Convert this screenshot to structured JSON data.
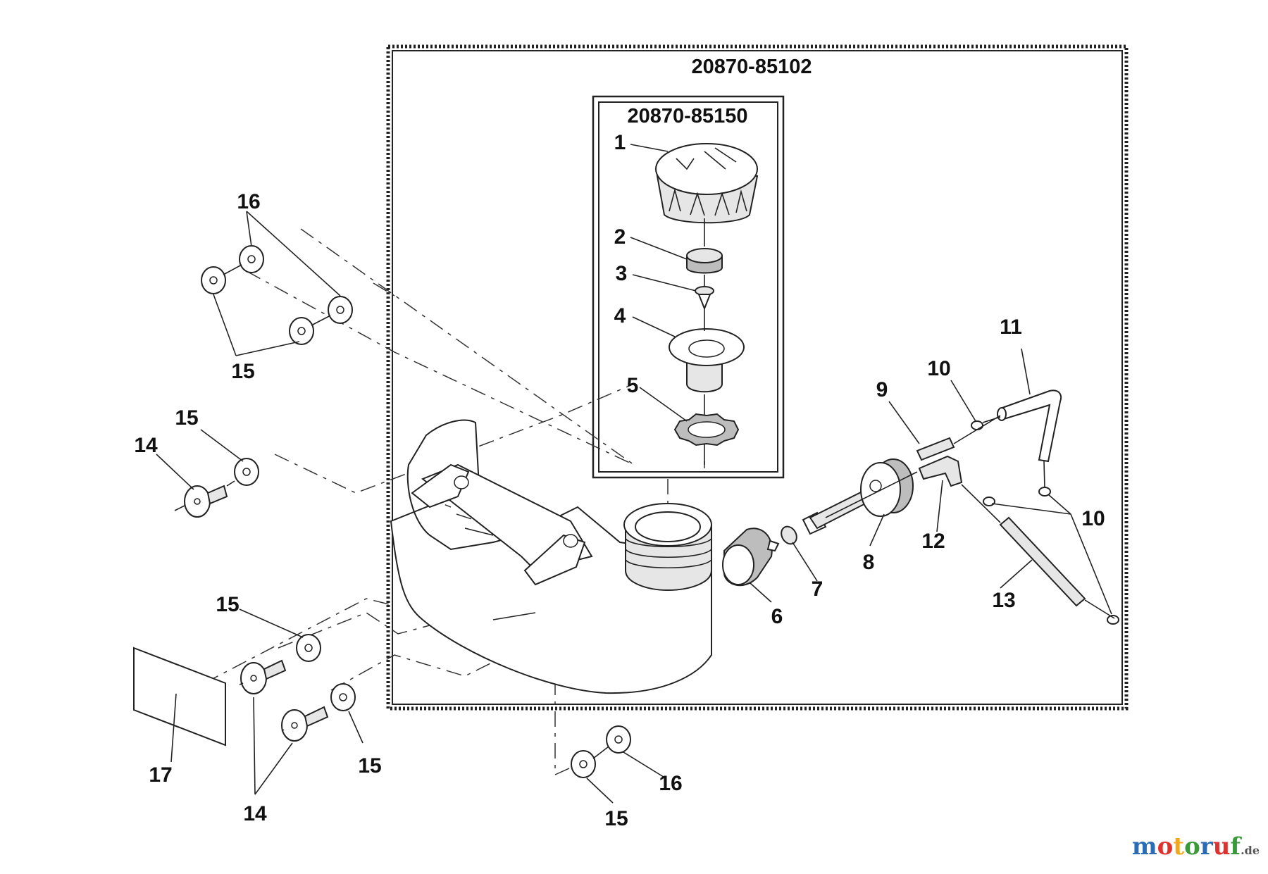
{
  "kits": {
    "outer": "20870-85102",
    "inner": "20870-85150"
  },
  "callouts": [
    "1",
    "2",
    "3",
    "4",
    "5",
    "6",
    "7",
    "8",
    "9",
    "10",
    "11",
    "12",
    "13",
    "14",
    "15",
    "16",
    "17"
  ],
  "watermark": {
    "text": "motoruf",
    "suffix": ".de",
    "colors": [
      "#2a6db5",
      "#e0312f",
      "#f2a81d",
      "#3a9a3a",
      "#2a6db5",
      "#e0312f",
      "#3a9a3a"
    ]
  }
}
